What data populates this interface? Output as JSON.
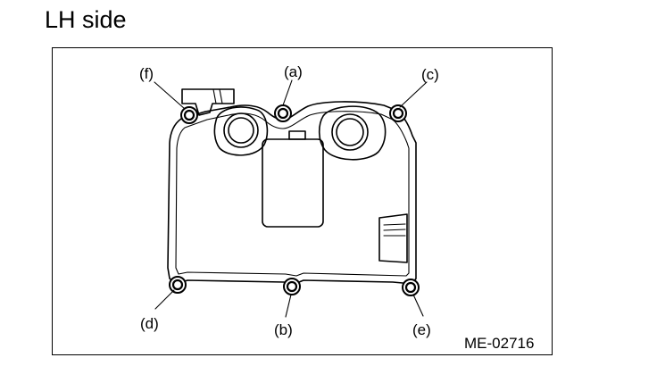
{
  "header": {
    "title": "LH side"
  },
  "diagram": {
    "figure_code": "ME-02716",
    "callouts": {
      "a": "(a)",
      "b": "(b)",
      "c": "(c)",
      "d": "(d)",
      "e": "(e)",
      "f": "(f)"
    }
  }
}
